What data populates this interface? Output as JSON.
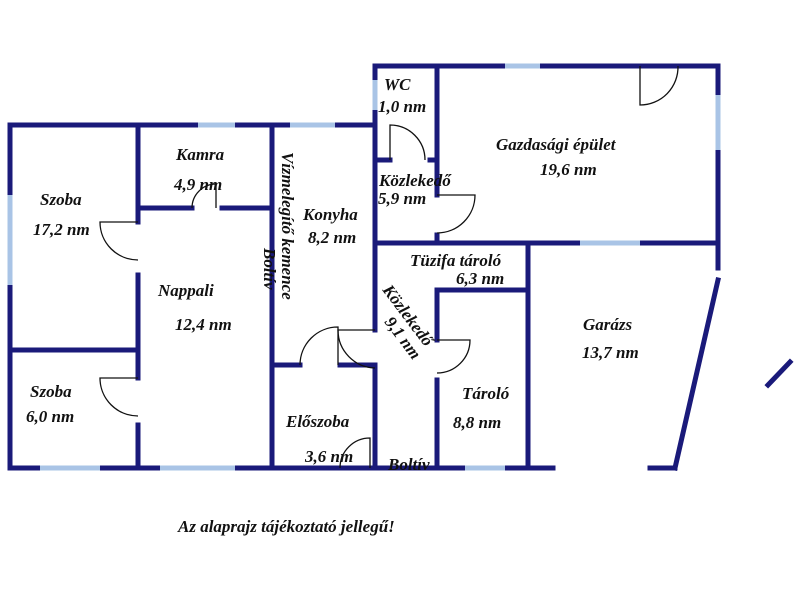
{
  "rooms": {
    "wc": {
      "name": "WC",
      "area": "1,0 nm"
    },
    "gazdasagi": {
      "name": "Gazdasági épület",
      "area": "19,6 nm"
    },
    "kamra": {
      "name": "Kamra",
      "area": "4,9 nm"
    },
    "szoba1": {
      "name": "Szoba",
      "area": "17,2 nm"
    },
    "konyha": {
      "name": "Konyha",
      "area": "8,2 nm"
    },
    "kozleked1": {
      "name": "Közlekedő",
      "area": "5,9 nm"
    },
    "tuzifa": {
      "name": "Tüzifa tároló",
      "area": "6,3 nm"
    },
    "nappali": {
      "name": "Nappali",
      "area": "12,4 nm"
    },
    "kozleked2": {
      "name": "Közlekedő",
      "area": "9,1 nm"
    },
    "garazs": {
      "name": "Garázs",
      "area": "13,7 nm"
    },
    "szoba2": {
      "name": "Szoba",
      "area": "6,0 nm"
    },
    "tarolo": {
      "name": "Tároló",
      "area": "8,8 nm"
    },
    "eloszoba": {
      "name": "Előszoba",
      "area": "3,6 nm"
    }
  },
  "labels": {
    "vizmelegito": "Vízmelegítő kemence",
    "boltiv_vertical": "Boltív",
    "boltiv_bottom": "Boltív"
  },
  "note": "Az alaprajz tájékoztató jellegű!",
  "colors": {
    "wall": "#1a1a7a",
    "window": "#a9c4e6",
    "text": "#111111"
  }
}
